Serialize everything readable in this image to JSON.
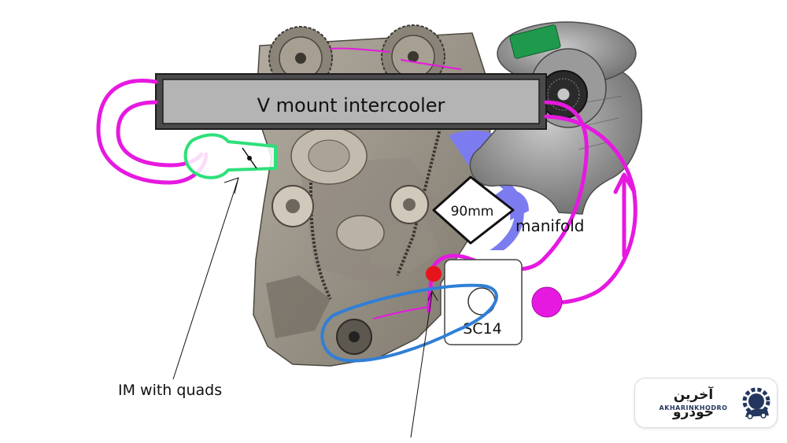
{
  "labels": {
    "intercooler": "V mount intercooler",
    "throttle": "90mm",
    "manifold": "manifold",
    "supercharger": "SC14",
    "intake": "IM with quads"
  },
  "brand": {
    "name": "آخرین خودرو",
    "latin": "AKHARINKHODRO"
  },
  "colors": {
    "piping": "#e619e0",
    "belt": "#2f7fd6",
    "manifold": "#7c7cf0",
    "intake_outline": "#2ee07a",
    "marker": "#e8141c",
    "intercooler": "#4a4a4c"
  }
}
